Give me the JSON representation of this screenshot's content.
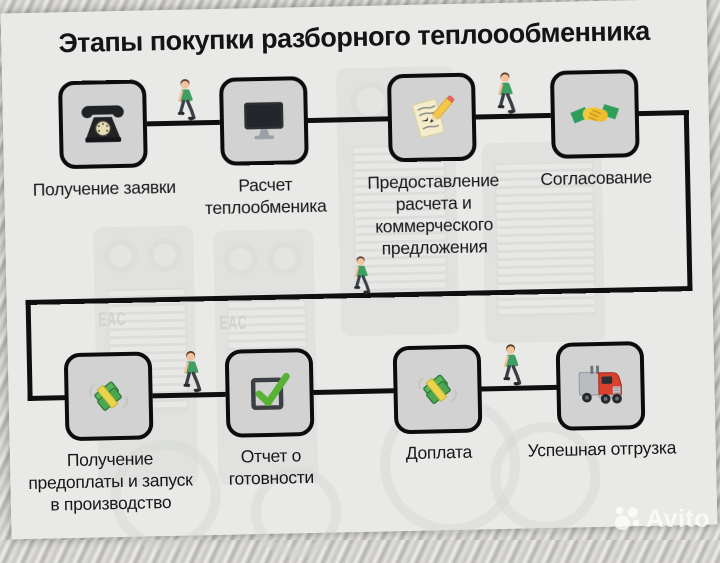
{
  "title": "Этапы покупки разборного теплоообменника",
  "steps": [
    {
      "label": "Получение заявки",
      "icon": "rotary-phone"
    },
    {
      "label": "Расчет\nтеплообменика",
      "icon": "desktop-computer"
    },
    {
      "label": "Предоставление\nрасчета и\nкоммерческого\nпредложения",
      "icon": "memo-pencil"
    },
    {
      "label": "Согласование",
      "icon": "handshake"
    },
    {
      "label": "Получение\nпредоплаты и запуск\nв производство",
      "icon": "money-with-wings"
    },
    {
      "label": "Отчет о\nготовности",
      "icon": "checkbox-checked"
    },
    {
      "label": "Доплата",
      "icon": "money-with-wings"
    },
    {
      "label": "Успешная отгрузка",
      "icon": "delivery-truck"
    }
  ],
  "background": {
    "ghost_mark": "EAC"
  },
  "watermark": {
    "label": "Avito"
  },
  "colors": {
    "panel_bg": "#e9e9e7",
    "box_fill": "#d2d2d2",
    "box_border": "#0c0c0c",
    "connector": "#0f0f0f",
    "title_text": "#141414",
    "label_text": "#171717",
    "walker_shirt": "#3f9e63",
    "money_green": "#4aa750",
    "check_green": "#58b234",
    "truck_red": "#d8402f",
    "hand_yellow": "#f2c83d"
  }
}
